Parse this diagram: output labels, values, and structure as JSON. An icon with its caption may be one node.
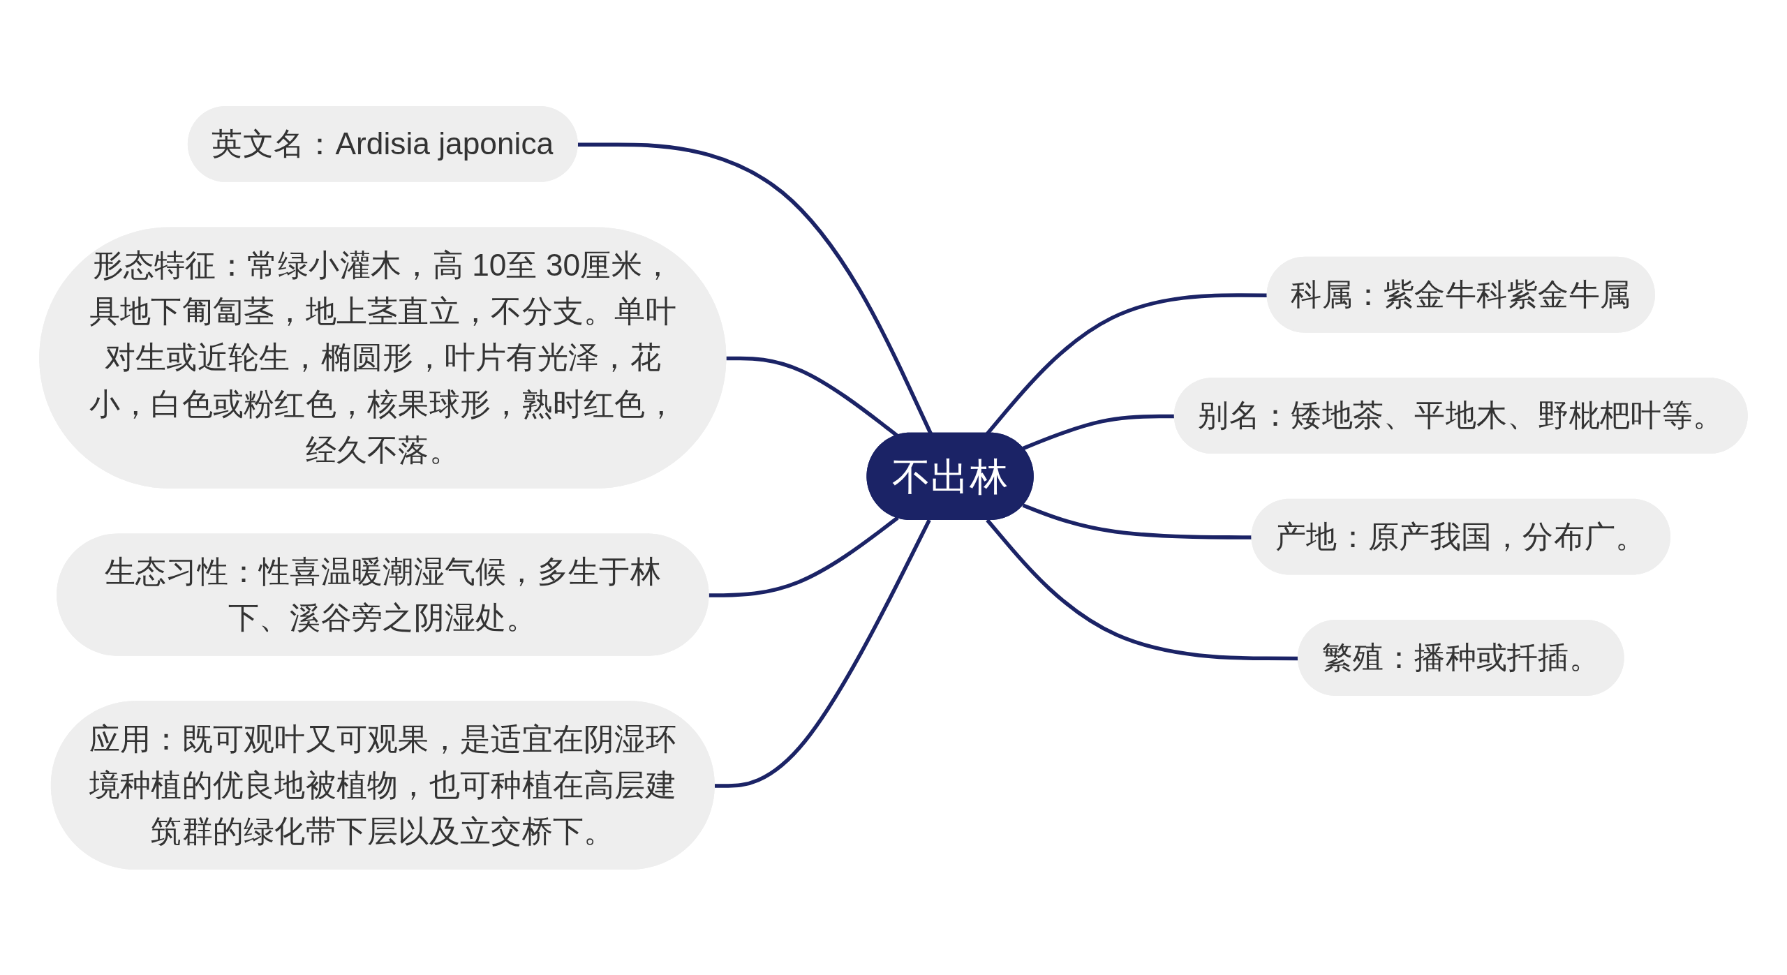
{
  "diagram": {
    "nodes": [
      {
        "text": [
          "不出林"
        ]
      },
      {
        "text": [
          "英文名：Ardisia japonica"
        ]
      },
      {
        "text": [
          "形态特征：常绿小灌木，高 10至 30厘米，具地下匍匐茎，地上茎直立，不分支。单叶对生或近轮生，椭圆形，叶片有光泽，花小，白色或粉红色，核果球形，熟时红色，经久不落。"
        ]
      },
      {
        "text": [
          "生态习性：性喜温暖潮湿气候，多生于林下、溪谷旁之阴湿处。"
        ]
      },
      {
        "text": [
          "应用：既可观叶又可观果，是适宜在阴湿环境种植的优良地被植物，也可种植在高层建筑群的绿化带下层以及立交桥下。"
        ]
      },
      {
        "text": [
          "科属：紫金牛科紫金牛属"
        ]
      },
      {
        "text": [
          "别名：矮地茶、平地木、野枇杷叶等。"
        ]
      },
      {
        "text": [
          "产地：原产我国，分布广。"
        ]
      },
      {
        "text": [
          "繁殖：播种或扦插。"
        ]
      }
    ],
    "edges": [
      {
        "from": 1,
        "to": 0,
        "arrow": "none"
      },
      {
        "from": 2,
        "to": 0,
        "arrow": "none"
      },
      {
        "from": 3,
        "to": 0,
        "arrow": "none"
      },
      {
        "from": 4,
        "to": 0,
        "arrow": "none"
      },
      {
        "from": 0,
        "to": 5,
        "arrow": "none"
      },
      {
        "from": 0,
        "to": 6,
        "arrow": "none"
      },
      {
        "from": 0,
        "to": 7,
        "arrow": "none"
      },
      {
        "from": 0,
        "to": 8,
        "arrow": "none"
      }
    ]
  }
}
